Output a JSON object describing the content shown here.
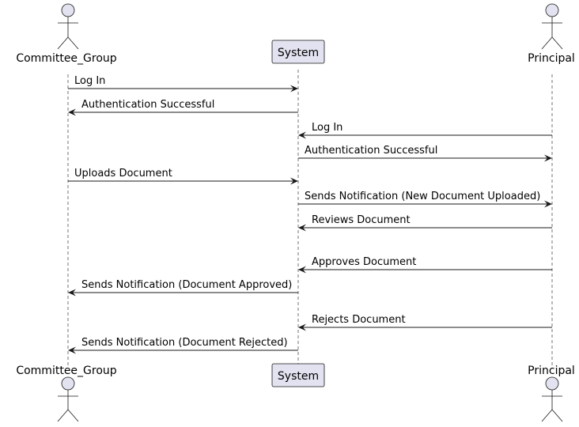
{
  "participants": {
    "committee": {
      "label": "Committee_Group",
      "kind": "actor"
    },
    "system": {
      "label": "System",
      "kind": "participant"
    },
    "principal": {
      "label": "Principal",
      "kind": "actor"
    }
  },
  "messages": [
    {
      "from": "committee",
      "to": "system",
      "label": "Log In"
    },
    {
      "from": "system",
      "to": "committee",
      "label": "Authentication Successful"
    },
    {
      "from": "principal",
      "to": "system",
      "label": "Log In"
    },
    {
      "from": "system",
      "to": "principal",
      "label": "Authentication Successful"
    },
    {
      "from": "committee",
      "to": "system",
      "label": "Uploads Document"
    },
    {
      "from": "system",
      "to": "principal",
      "label": "Sends Notification (New Document Uploaded)"
    },
    {
      "from": "principal",
      "to": "system",
      "label": "Reviews Document"
    },
    {
      "from": "principal",
      "to": "system",
      "label": "Approves Document"
    },
    {
      "from": "system",
      "to": "committee",
      "label": "Sends Notification (Document Approved)"
    },
    {
      "from": "principal",
      "to": "system",
      "label": "Rejects Document"
    },
    {
      "from": "system",
      "to": "committee",
      "label": "Sends Notification (Document Rejected)"
    }
  ],
  "colors": {
    "participant_fill": "#e2e2f0",
    "line": "#181818"
  }
}
